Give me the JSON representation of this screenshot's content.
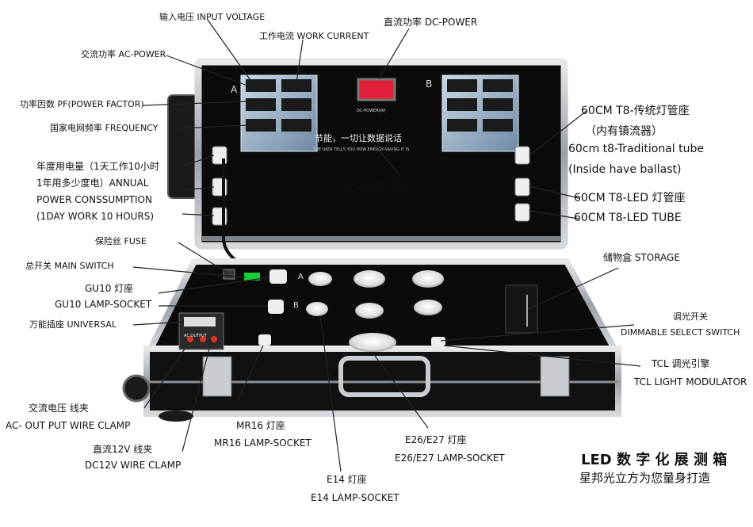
{
  "labels": {
    "input_voltage": "输入电压 INPUT VOLTAGE",
    "work_current": "工作电流  WORK CURRENT",
    "dc_power": "直流功率 DC-POWER",
    "ac_power": "交流功率 AC-POWER",
    "power_factor": "功率因数 PF(POWER FACTOR)",
    "frequency": "国家电网频率  FREQUENCY",
    "annual_line1": "年度用电量（1天工作10小时",
    "annual_line2": "1年用多少度电）ANNUAL",
    "annual_line3": "POWER CONSSUMPTION",
    "annual_line4": "(1DAY WORK 10 HOURS)",
    "fuse": "保险丝 FUSE",
    "main_switch": "总开关  MAIN SWITCH",
    "gu10_cn": "GU10 灯座",
    "gu10_en": "GU10 LAMP-SOCKET",
    "universal": "万能插座  UNIVERSAL",
    "ac_clamp_cn": "交流电压  线夹",
    "ac_clamp_en": "AC- OUT PUT  WIRE CLAMP",
    "dc_clamp_cn": "直流12V 线夹",
    "dc_clamp_en": "DC12V  WIRE CLAMP",
    "mr16_cn": "MR16 灯座",
    "mr16_en": "MR16  LAMP-SOCKET",
    "e14_cn": "E14  灯座",
    "e14_en": "E14  LAMP-SOCKET",
    "e26_cn": "E26/E27  灯座",
    "e26_en": "E26/E27  LAMP-SOCKET",
    "t8_trad_line1": "60CM T8-传统灯管座",
    "t8_trad_line2": "（内有镇流器）",
    "t8_trad_line3": "60cm t8-Traditional tube",
    "t8_trad_line4": "(Inside have ballast)",
    "t8_led_cn": "60CM T8-LED 灯管座",
    "t8_led_en": "60CM T8-LED TUBE",
    "logo_area": "LOGO  显示区",
    "storage": "储物盒    STORAGE",
    "dimmable_cn": "调光开关",
    "dimmable_en": "DIMMABLE SELECT SWITCH",
    "tcl_cn": "TCL  调光引擎",
    "tcl_en": "TCL LIGHT MODULATOR",
    "title_cn": "LED 数 字 化 展 测 箱",
    "subtitle_cn": "星邦光立方为您量身打造"
  },
  "case_text": {
    "panel_a": "A",
    "panel_b": "B",
    "dc_power_panel": "DC-POWER(W)",
    "slogan_cn": "节能，一切让数据说话",
    "slogan_en": "THE DATA TELLS YOU HOW ENERGY-SAVING IT IS",
    "row_a": "A",
    "row_b": "B",
    "ac_output": "AC OUTPUT"
  },
  "colors": {
    "case_black": "#0a0a0a",
    "aluminum": "#b8bcc0",
    "display_red": "#e0203a",
    "meter_blue": "#9fb8d0",
    "leader_line": "#222222"
  }
}
